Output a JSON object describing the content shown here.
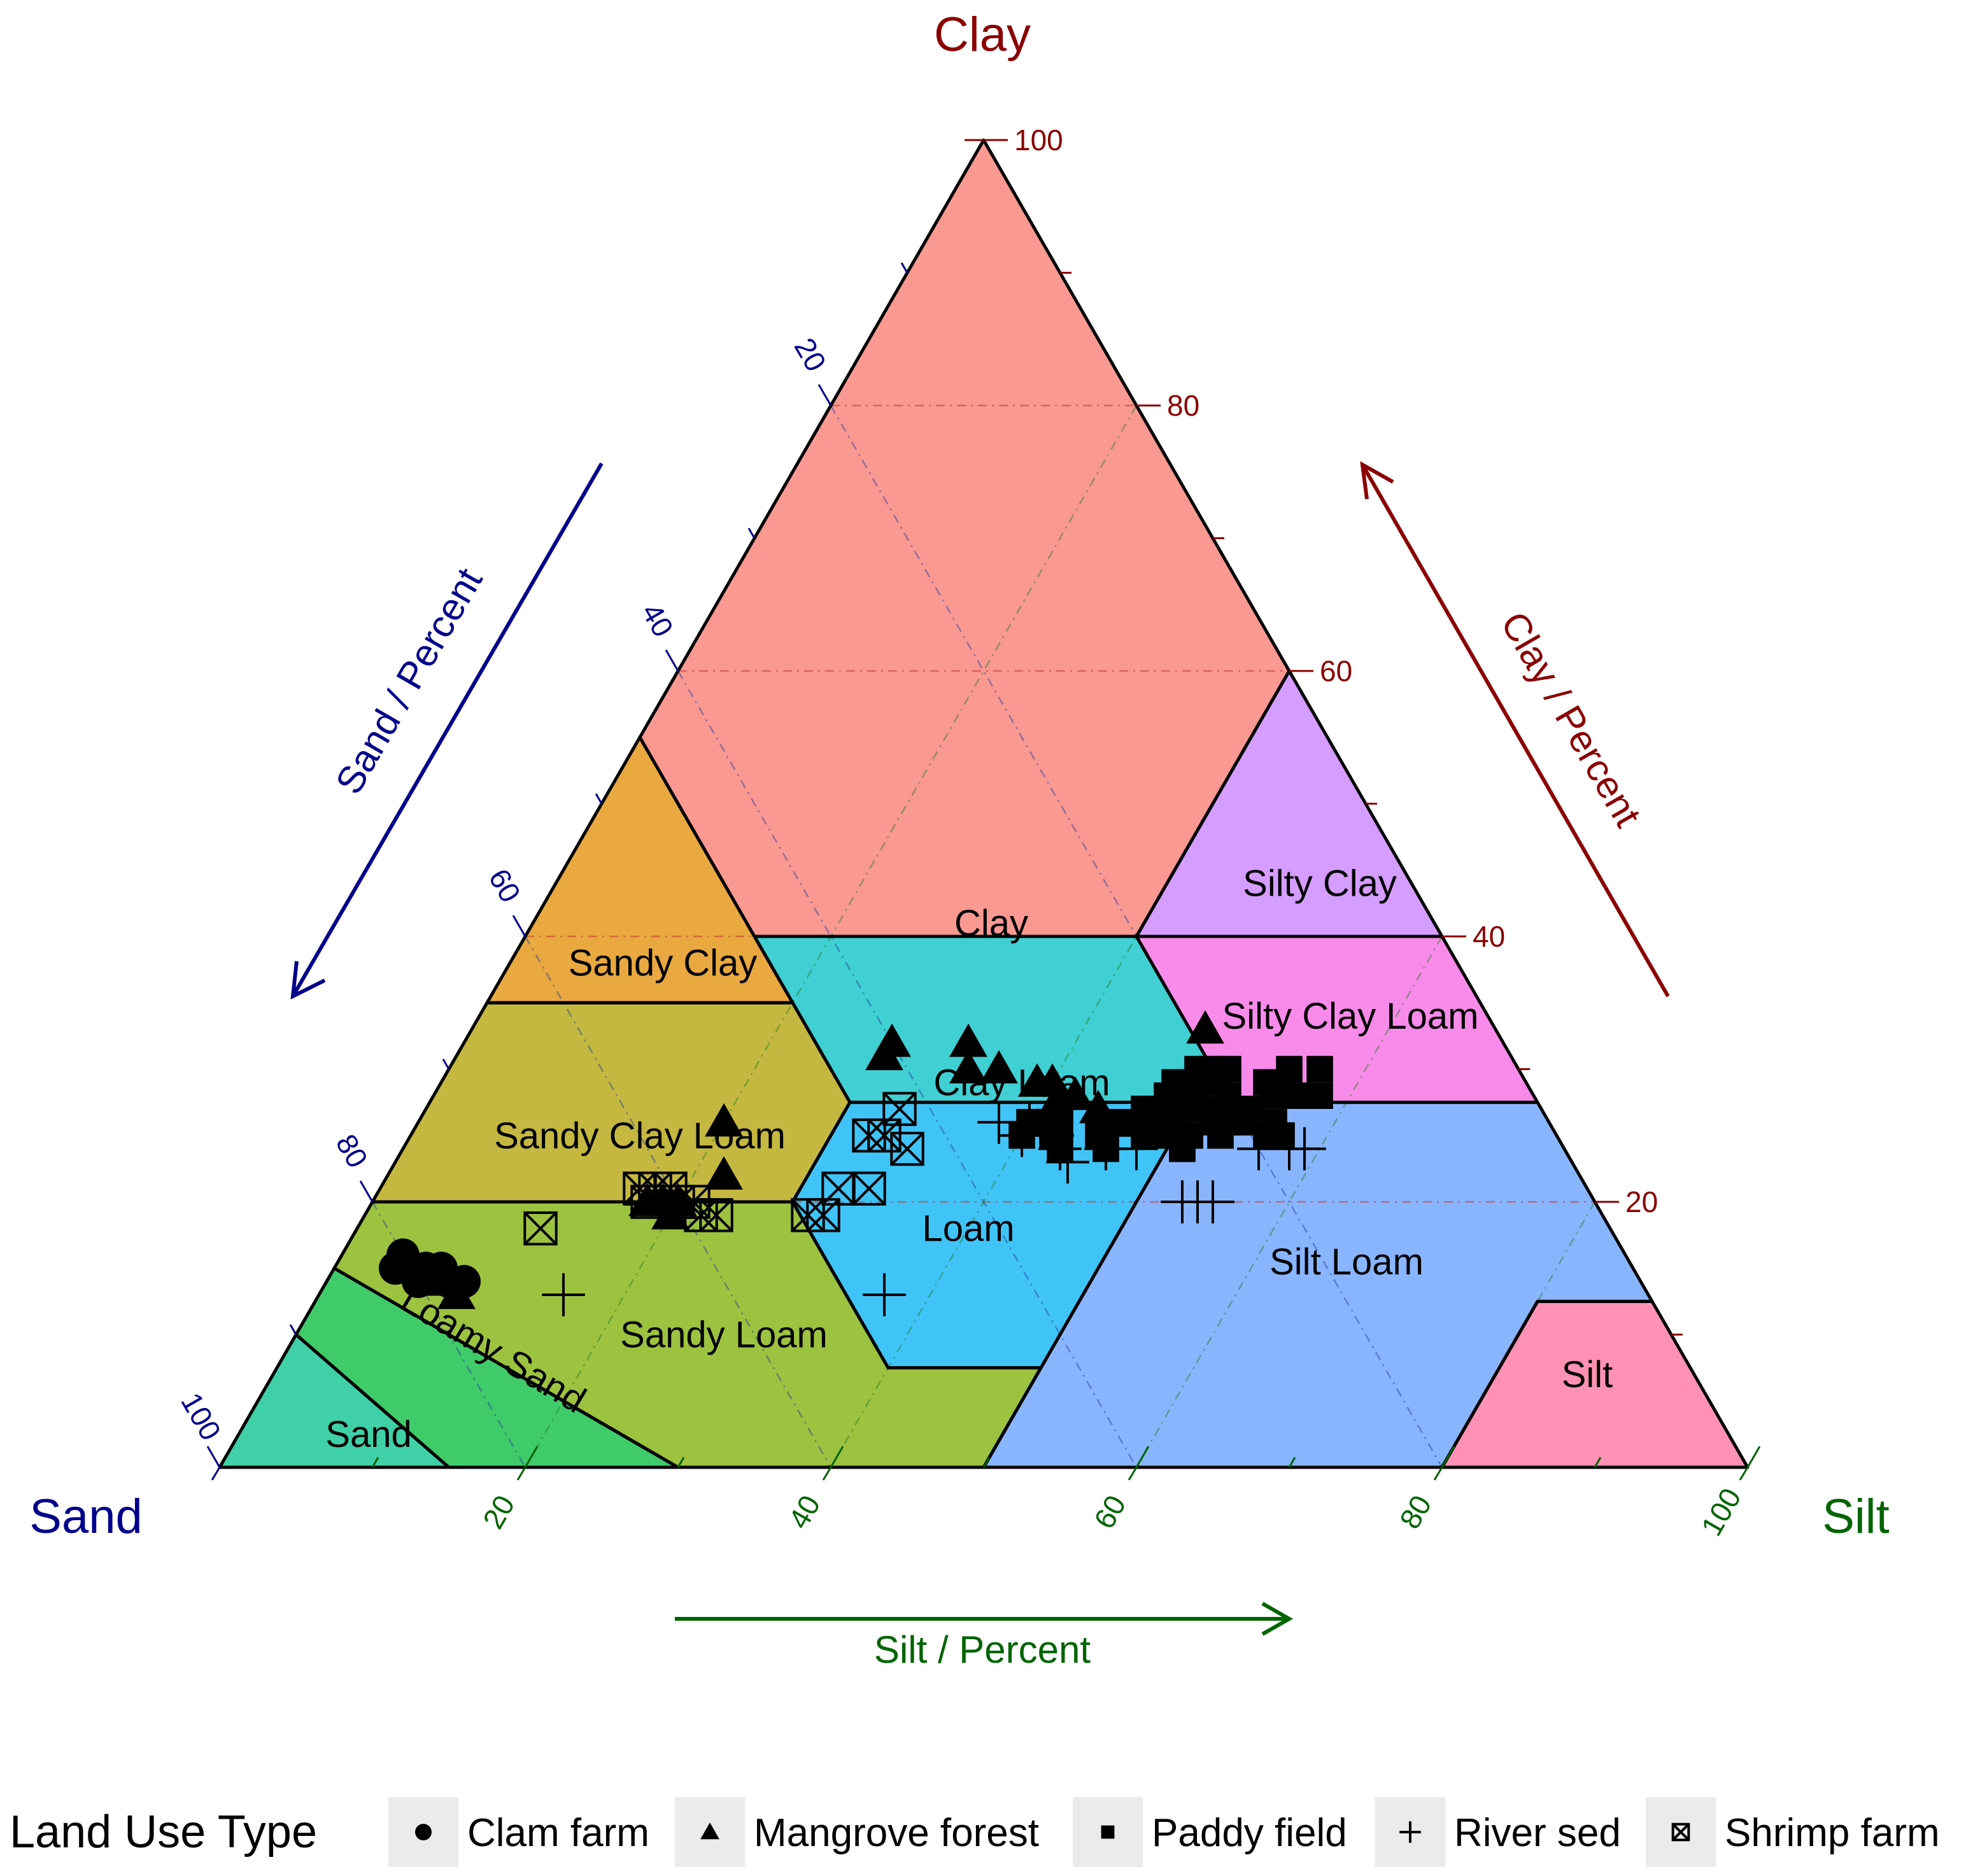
{
  "chart_data": {
    "type": "scatter",
    "subtype": "ternary",
    "axes": {
      "top": {
        "corner_label": "Clay",
        "axis_label": "Clay / Percent",
        "color": "#8B0000"
      },
      "left": {
        "corner_label": "Sand",
        "axis_label": "Sand / Percent",
        "color": "#00008B"
      },
      "right": {
        "corner_label": "Silt",
        "axis_label": "Silt / Percent",
        "color": "#006400"
      },
      "range": [
        0,
        100
      ],
      "tick_labels": [
        "20",
        "40",
        "60",
        "80",
        "100"
      ]
    },
    "grid": true,
    "regions": [
      {
        "name": "Clay",
        "color": "#F8766D",
        "vertices": [
          [
            0,
            100
          ],
          [
            40,
            60
          ],
          [
            45,
            55
          ],
          [
            45,
            40
          ],
          [
            20,
            40
          ],
          [
            0,
            60
          ]
        ]
      },
      {
        "name": "Sandy Clay",
        "color": "#E28B00",
        "vertices": [
          [
            45,
            55
          ],
          [
            65,
            35
          ],
          [
            45,
            35
          ]
        ]
      },
      {
        "name": "Silty Clay",
        "color": "#C77CFF",
        "vertices": [
          [
            0,
            60
          ],
          [
            0,
            40
          ],
          [
            20,
            40
          ]
        ]
      },
      {
        "name": "Clay Loam",
        "color": "#00BFC4",
        "vertices": [
          [
            45,
            40
          ],
          [
            45,
            27.5
          ],
          [
            20,
            27.5
          ],
          [
            20,
            40
          ]
        ]
      },
      {
        "name": "Silty Clay Loam",
        "color": "#F564E3",
        "vertices": [
          [
            20,
            40
          ],
          [
            20,
            27.5
          ],
          [
            0,
            27.5
          ],
          [
            0,
            40
          ]
        ]
      },
      {
        "name": "Sandy Clay Loam",
        "color": "#B2A000",
        "vertices": [
          [
            65,
            35
          ],
          [
            45,
            35
          ],
          [
            45,
            27.5
          ],
          [
            52.5,
            20
          ],
          [
            80,
            20
          ]
        ]
      },
      {
        "name": "Loam",
        "color": "#00B0F6",
        "vertices": [
          [
            45,
            27.5
          ],
          [
            52.5,
            20
          ],
          [
            52.5,
            7.5
          ],
          [
            42.5,
            7.5
          ],
          [
            22.5,
            27.5
          ]
        ]
      },
      {
        "name": "Silt Loam",
        "color": "#619CFF",
        "vertices": [
          [
            50,
            0
          ],
          [
            20,
            0
          ],
          [
            7.5,
            12.5
          ],
          [
            0,
            12.5
          ],
          [
            0,
            27.5
          ],
          [
            22.5,
            27.5
          ]
        ]
      },
      {
        "name": "Silt",
        "color": "#FF6C9C",
        "vertices": [
          [
            20,
            0
          ],
          [
            0,
            0
          ],
          [
            0,
            12.5
          ],
          [
            7.5,
            12.5
          ]
        ]
      },
      {
        "name": "Sandy Loam",
        "color": "#7CAE00",
        "vertices": [
          [
            80,
            20
          ],
          [
            52.5,
            20
          ],
          [
            52.5,
            7.5
          ],
          [
            42.5,
            7.5
          ],
          [
            50,
            0
          ],
          [
            70,
            0
          ],
          [
            85,
            15
          ]
        ]
      },
      {
        "name": "Loamy Sand",
        "color": "#00BA38",
        "vertices": [
          [
            85,
            15
          ],
          [
            70,
            0
          ],
          [
            85,
            0
          ],
          [
            90,
            10
          ]
        ]
      },
      {
        "name": "Sand",
        "color": "#00C08B",
        "vertices": [
          [
            90,
            10
          ],
          [
            85,
            0
          ],
          [
            100,
            0
          ]
        ]
      }
    ],
    "region_labels": [
      {
        "name": "Clay",
        "sand": 29,
        "silt": 30
      },
      {
        "name": "Sandy Clay",
        "sand": 52,
        "silt": 10
      },
      {
        "name": "Silty Clay",
        "sand": 6,
        "silt": 50
      },
      {
        "name": "Clay Loam",
        "sand": 33,
        "silt": 38
      },
      {
        "name": "Silty Clay Loam",
        "sand": 9,
        "silt": 57
      },
      {
        "name": "Sandy Clay Loam",
        "sand": 60,
        "silt": 15
      },
      {
        "name": "Loam",
        "sand": 42,
        "silt": 40
      },
      {
        "name": "Silt Loam",
        "sand": 18.5,
        "silt": 66
      },
      {
        "name": "Silt",
        "sand": 7,
        "silt": 86
      },
      {
        "name": "Sandy Loam",
        "sand": 62,
        "silt": 28
      },
      {
        "name": "Loamy Sand",
        "sand": 78,
        "silt": 13
      },
      {
        "name": "Sand",
        "sand": 89,
        "silt": 8.5
      }
    ],
    "legend": {
      "title": "Land Use Type",
      "placement": "bottom"
    },
    "series": [
      {
        "name": "Clam farm",
        "marker": "circle",
        "points": [
          [
            80,
            14
          ],
          [
            77,
            14
          ],
          [
            78,
            15
          ],
          [
            79,
            15
          ],
          [
            80,
            15
          ],
          [
            80,
            16
          ],
          [
            81,
            15
          ],
          [
            78,
            14
          ]
        ]
      },
      {
        "name": "Mangrove forest",
        "marker": "triangle",
        "points": [
          [
            78,
            13
          ],
          [
            79,
            14
          ],
          [
            62,
            20
          ],
          [
            61,
            20
          ],
          [
            61,
            19
          ],
          [
            60,
            20
          ],
          [
            56,
            22
          ],
          [
            54,
            26
          ],
          [
            40,
            32
          ],
          [
            36,
            30
          ],
          [
            35,
            32
          ],
          [
            32,
            29
          ],
          [
            31,
            28
          ],
          [
            30,
            28
          ],
          [
            31,
            29
          ],
          [
            32,
            29
          ],
          [
            34,
            30
          ],
          [
            30,
            28
          ],
          [
            29,
            27
          ],
          [
            19,
            33
          ],
          [
            41,
            31
          ]
        ]
      },
      {
        "name": "Paddy field",
        "marker": "square",
        "points": [
          [
            35,
            25
          ],
          [
            33,
            26
          ],
          [
            34,
            26
          ],
          [
            32,
            26
          ],
          [
            30,
            25
          ],
          [
            28,
            26
          ],
          [
            27,
            25
          ],
          [
            26,
            27
          ],
          [
            25,
            26
          ],
          [
            24,
            27
          ],
          [
            23,
            27
          ],
          [
            22,
            28
          ],
          [
            21,
            27
          ],
          [
            20,
            28
          ],
          [
            19,
            27
          ],
          [
            18,
            26
          ],
          [
            17,
            29
          ],
          [
            16,
            29
          ],
          [
            15,
            30
          ],
          [
            20,
            29
          ],
          [
            22,
            29
          ],
          [
            23,
            28
          ],
          [
            25,
            27
          ],
          [
            27,
            26
          ],
          [
            28,
            26
          ],
          [
            29,
            26
          ],
          [
            18,
            25
          ],
          [
            20,
            26
          ],
          [
            19,
            25
          ],
          [
            22,
            25
          ],
          [
            21,
            26
          ],
          [
            24,
            25
          ],
          [
            26,
            25
          ],
          [
            24,
            28
          ],
          [
            23,
            29
          ],
          [
            22,
            26
          ],
          [
            25,
            24
          ],
          [
            25,
            24
          ],
          [
            24,
            25
          ],
          [
            30,
            24
          ],
          [
            33,
            24
          ],
          [
            33,
            25
          ],
          [
            17,
            28
          ],
          [
            15,
            28
          ],
          [
            16,
            28
          ],
          [
            14,
            28
          ],
          [
            13,
            30
          ],
          [
            19,
            30
          ],
          [
            20,
            30
          ],
          [
            21,
            30
          ]
        ]
      },
      {
        "name": "River sed",
        "marker": "plus",
        "points": [
          [
            80,
            15
          ],
          [
            78,
            14
          ],
          [
            71,
            13
          ],
          [
            50,
            13
          ],
          [
            35,
            25
          ],
          [
            36,
            26
          ],
          [
            34,
            26
          ],
          [
            33,
            25
          ],
          [
            33,
            24
          ],
          [
            33,
            23
          ],
          [
            30,
            24
          ],
          [
            29,
            25
          ],
          [
            28,
            24
          ],
          [
            27,
            20
          ],
          [
            26,
            20
          ],
          [
            25,
            20
          ],
          [
            20,
            24
          ],
          [
            18,
            24
          ],
          [
            17,
            24
          ]
        ]
      },
      {
        "name": "Shrimp farm",
        "marker": "squarecross",
        "points": [
          [
            70,
            18
          ],
          [
            62,
            20
          ],
          [
            62,
            21
          ],
          [
            61,
            21
          ],
          [
            60,
            21
          ],
          [
            60,
            20
          ],
          [
            59,
            19
          ],
          [
            59,
            20
          ],
          [
            58,
            19
          ],
          [
            45,
            25
          ],
          [
            42,
            27
          ],
          [
            44,
            25
          ],
          [
            43,
            24
          ],
          [
            52,
            19
          ],
          [
            51,
            19
          ],
          [
            49,
            21
          ],
          [
            47,
            21
          ]
        ]
      }
    ]
  }
}
